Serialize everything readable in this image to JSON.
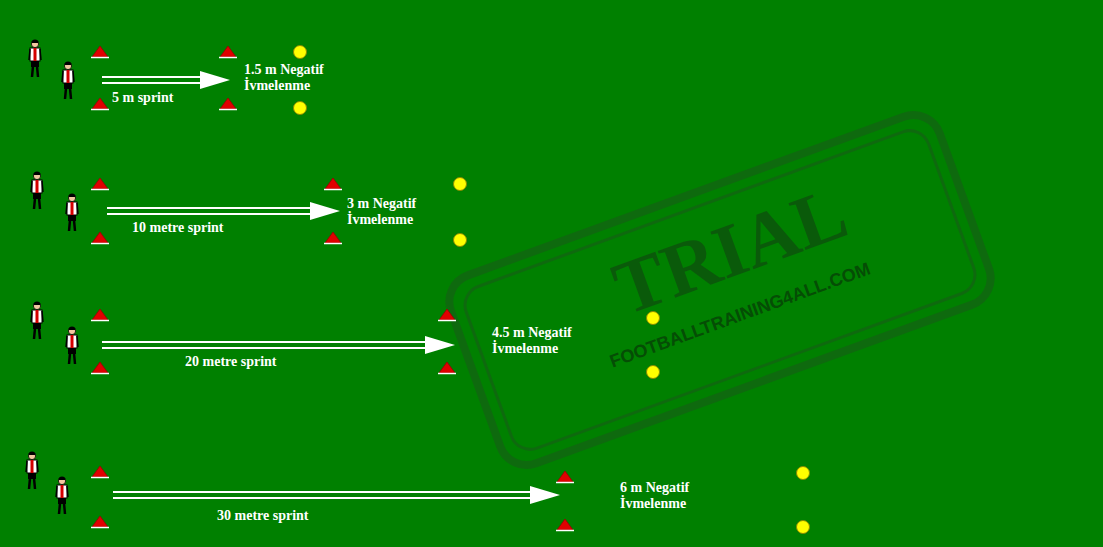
{
  "diagram": {
    "labels": [
      "1.5 m Negatif İvmelenme",
      "5 m sprint",
      "3 m Negatif İvmelenme",
      "10 metre sprint",
      "4.5 m Negatif İvmelenme",
      "20 metre sprint",
      "6 m Negatif İvmelenme",
      "30 metre sprint",
      "TRIAL",
      "FOOTBALLTRAINING4ALL.COM"
    ]
  }
}
